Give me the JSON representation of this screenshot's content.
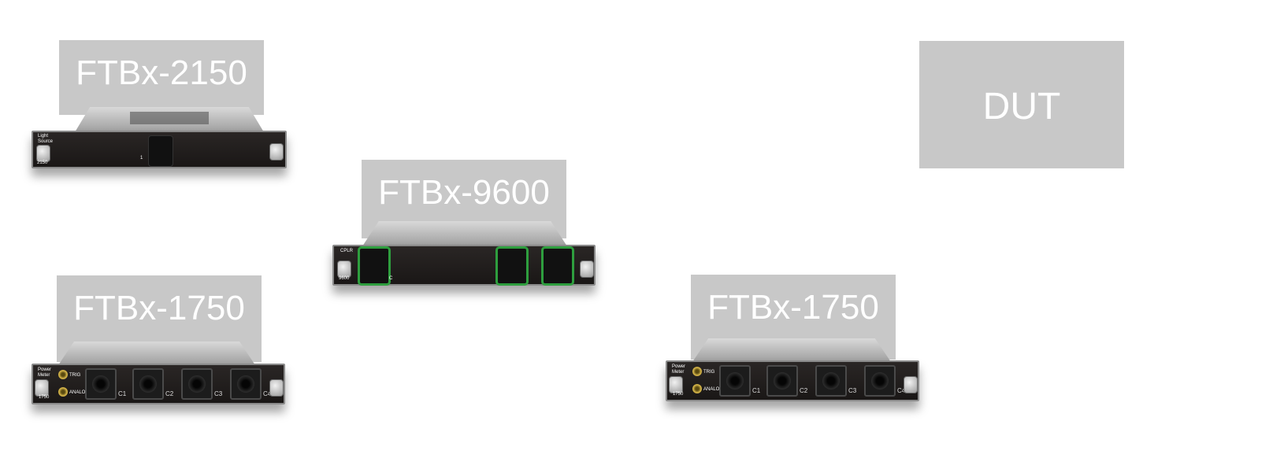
{
  "labels": {
    "ftbx2150": "FTBx-2150",
    "ftbx9600": "FTBx-9600",
    "ftbx1750_left": "FTBx-1750",
    "ftbx1750_right": "FTBx-1750",
    "dut": "DUT"
  },
  "module_2150": {
    "side_label": "Light\nSource",
    "model": "2150",
    "port_number": "1"
  },
  "module_9600": {
    "side_label": "CPLR",
    "model": "9600",
    "port_mark": "C"
  },
  "module_1750": {
    "side_label": "Power\nMeter",
    "model": "1750",
    "trig": "TRIG",
    "analog": "ANALOG",
    "ports": [
      "C1",
      "C2",
      "C3",
      "C4"
    ]
  },
  "colors": {
    "label_box": "#c8c8c8",
    "label_text": "#ffffff",
    "faceplate": "#1f1b1a",
    "green_port": "#2e9e3e"
  }
}
